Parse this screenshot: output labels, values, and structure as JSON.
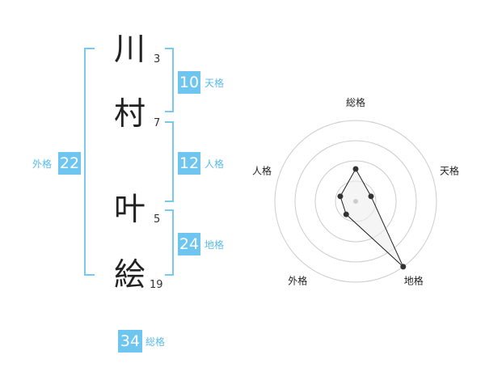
{
  "characters": [
    {
      "char": "川",
      "strokes": "3"
    },
    {
      "char": "村",
      "strokes": "7"
    },
    {
      "char": "叶",
      "strokes": "5"
    },
    {
      "char": "絵",
      "strokes": "19"
    }
  ],
  "fortunes": {
    "tenkaku": {
      "value": "10",
      "label": "天格"
    },
    "jinkaku": {
      "value": "12",
      "label": "人格"
    },
    "chikaku": {
      "value": "24",
      "label": "地格"
    },
    "gaikaku": {
      "value": "22",
      "label": "外格"
    },
    "soukaku": {
      "value": "34",
      "label": "総格"
    }
  },
  "chart_data": {
    "type": "radar",
    "axes": [
      "総格",
      "天格",
      "地格",
      "外格",
      "人格"
    ],
    "rings": 4,
    "max": 5,
    "values": [
      2,
      1,
      5,
      1,
      1
    ],
    "colors": {
      "ring": "#cccccc",
      "line": "#222222",
      "point": "#333333",
      "fill": "#eeeeee",
      "center": "#cccccc"
    }
  }
}
